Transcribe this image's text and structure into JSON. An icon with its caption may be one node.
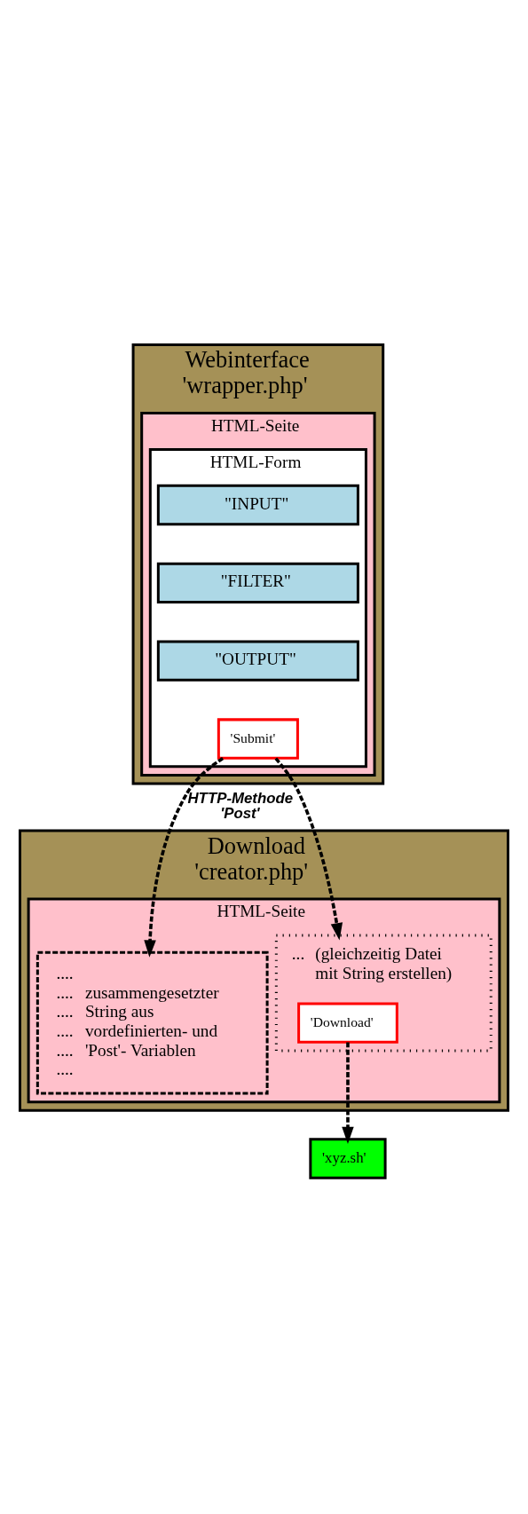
{
  "diagram": {
    "nodes": [
      {
        "text": [
          "Webinterface 'wrapper.php'"
        ]
      },
      {
        "text": [
          "HTML-Seite"
        ],
        "in": 0
      },
      {
        "text": [
          "HTML-Form"
        ],
        "in": 1
      },
      {
        "text": [
          "\"INPUT\""
        ],
        "in": 2
      },
      {
        "text": [
          "\"FILTER\""
        ],
        "in": 2
      },
      {
        "text": [
          "\"OUTPUT\""
        ],
        "in": 2
      },
      {
        "text": [
          "'Submit'"
        ],
        "in": 2
      },
      {
        "text": [
          "Download 'creator.php'"
        ]
      },
      {
        "text": [
          "HTML-Seite"
        ],
        "in": 7
      },
      {
        "text": [
          ".... .... .... .... .... ....",
          "zusammengesetzter String aus vordefinierten- und 'Post'- Variablen"
        ],
        "in": 8
      },
      {
        "text": [
          "...",
          "(gleichzeitig Datei mit String erstellen)"
        ],
        "in": 8
      },
      {
        "text": [
          "'Download'"
        ],
        "in": 10
      },
      {
        "text": [
          "'xyz.sh'"
        ]
      }
    ],
    "edges": [
      {
        "from": 6,
        "to": 9,
        "arrow": "to",
        "style": "dashed",
        "label": "HTTP-Methode 'Post'"
      },
      {
        "from": 6,
        "to": 10,
        "arrow": "to",
        "style": "dashed"
      },
      {
        "from": 11,
        "to": 12,
        "arrow": "to",
        "style": "dashed"
      }
    ]
  }
}
